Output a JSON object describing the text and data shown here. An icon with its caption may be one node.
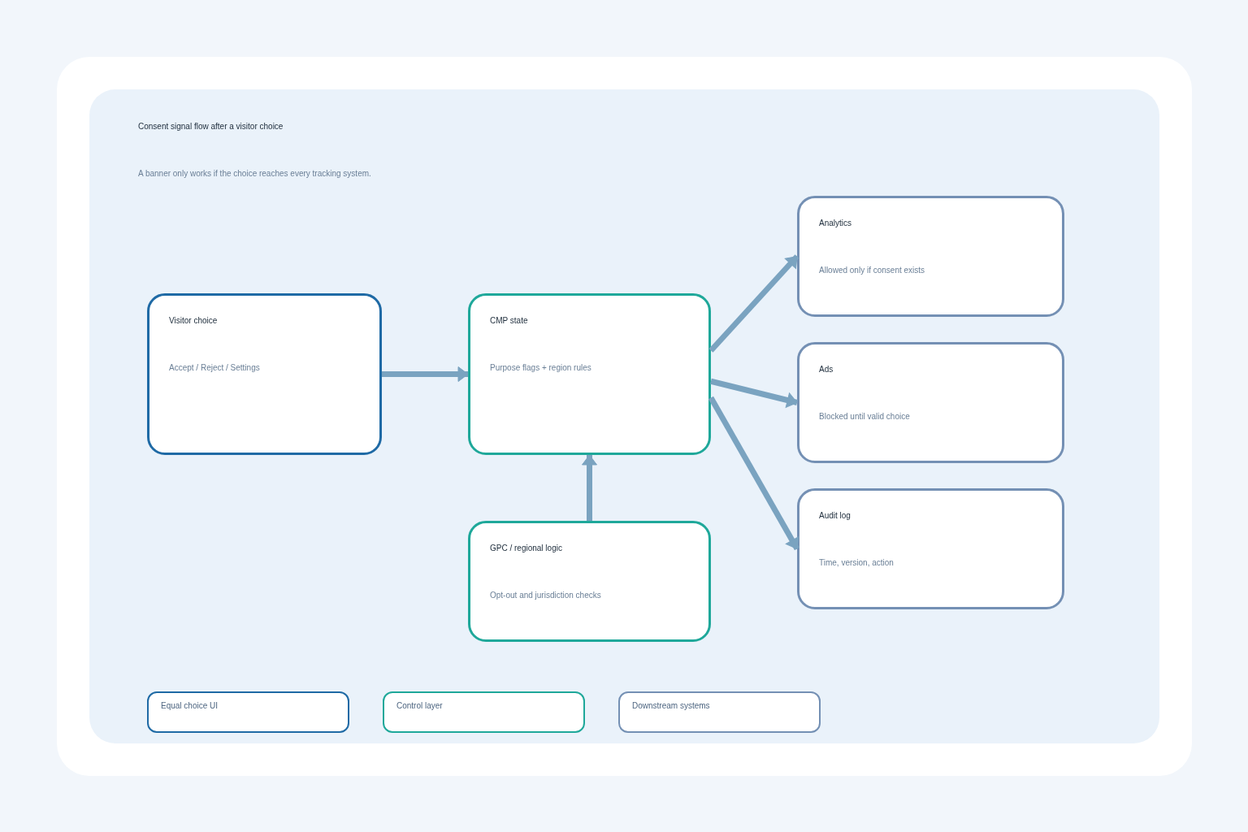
{
  "diagram": {
    "title": "Consent signal flow after a visitor choice",
    "caption": "A banner only works if the choice reaches every tracking system.",
    "nodes": [
      {
        "text": [
          "Visitor choice",
          "Accept / Reject / Settings"
        ]
      },
      {
        "text": [
          "CMP state",
          "Purpose flags + region rules"
        ]
      },
      {
        "text": [
          "GPC / regional logic",
          "Opt-out and jurisdiction checks"
        ]
      },
      {
        "text": [
          "Analytics",
          "Allowed only if consent exists"
        ]
      },
      {
        "text": [
          "Ads",
          "Blocked until valid choice"
        ]
      },
      {
        "text": [
          "Audit log",
          "Time, version, action"
        ]
      }
    ],
    "edges": [
      {
        "from": 0,
        "to": 1,
        "arrow": "to"
      },
      {
        "from": 2,
        "to": 1,
        "arrow": "to"
      },
      {
        "from": 1,
        "to": 3,
        "arrow": "to"
      },
      {
        "from": 1,
        "to": 4,
        "arrow": "to"
      },
      {
        "from": 1,
        "to": 5,
        "arrow": "to"
      }
    ],
    "legend": [
      {
        "text": "Equal choice UI",
        "color": "#1f6aa5"
      },
      {
        "text": "Control layer",
        "color": "#1fa89a"
      },
      {
        "text": "Downstream systems",
        "color": "#7490b4"
      }
    ]
  }
}
